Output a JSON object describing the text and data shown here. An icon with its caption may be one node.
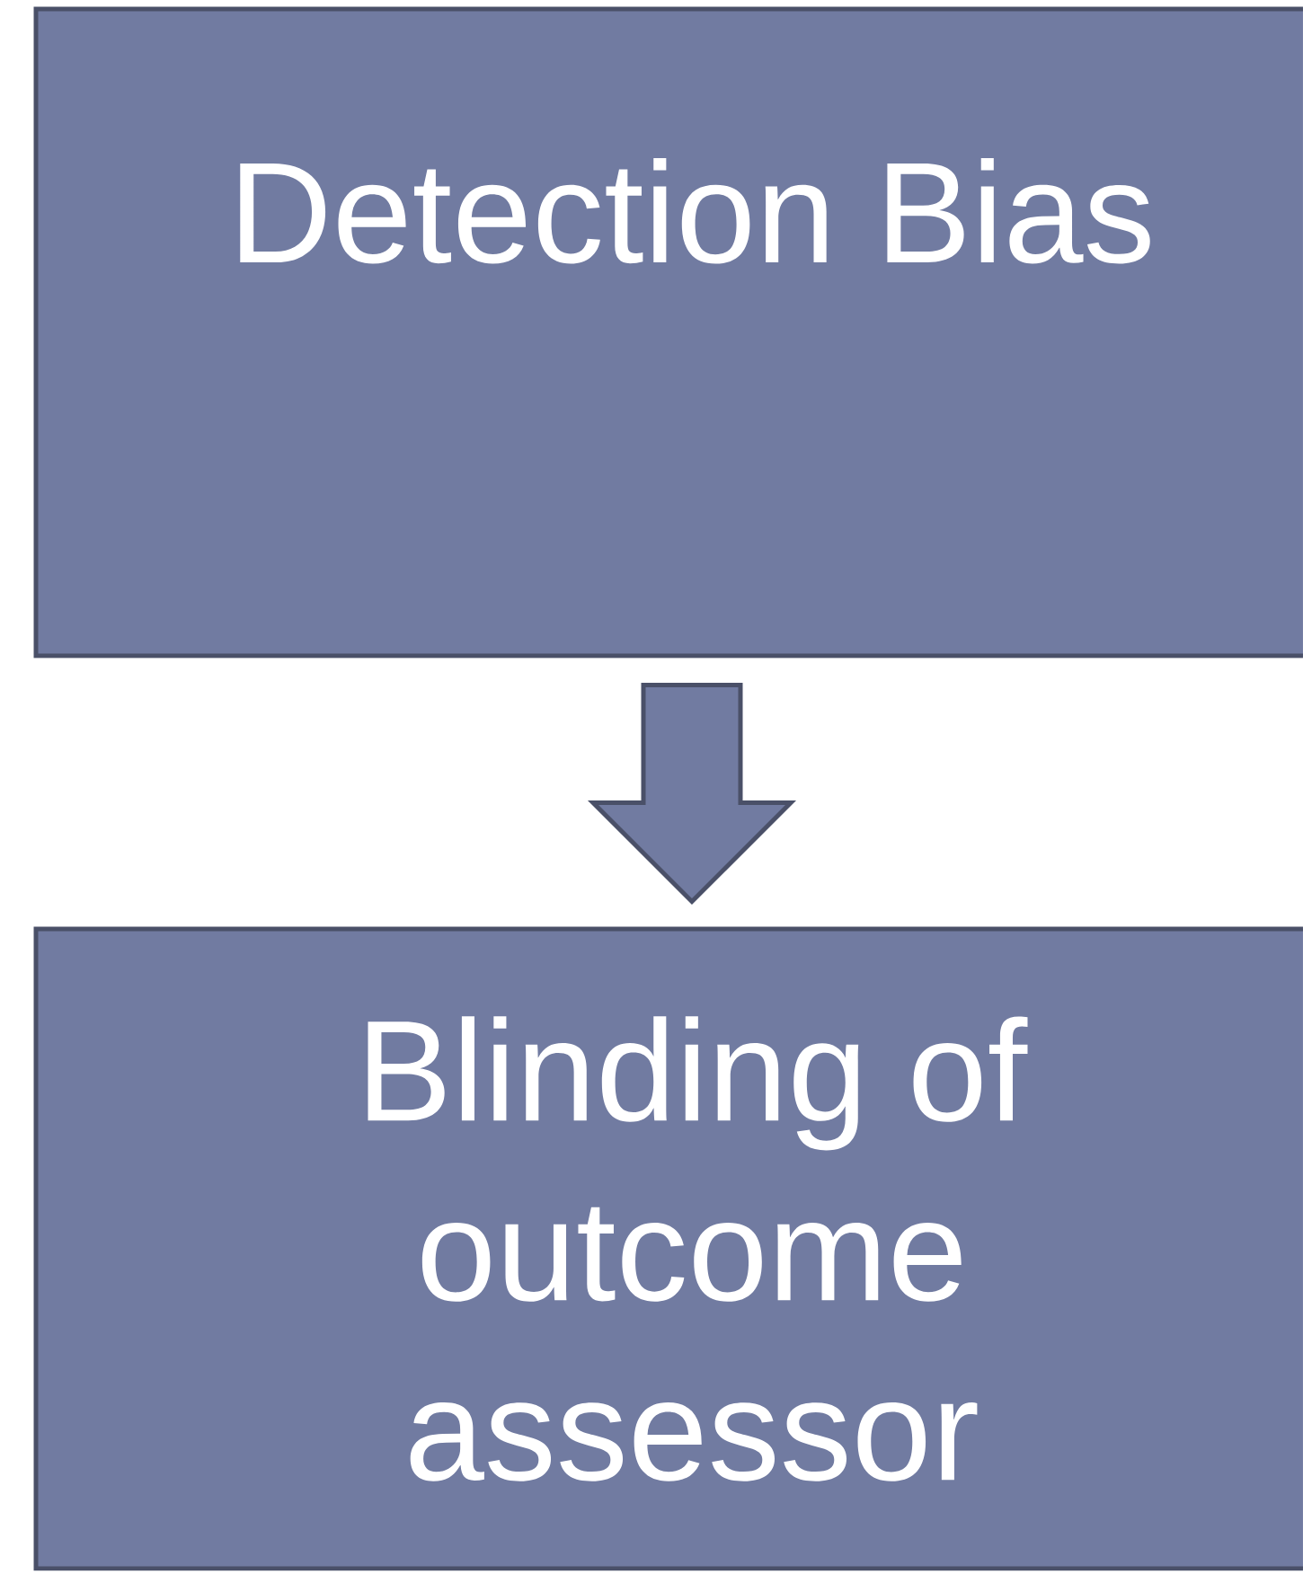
{
  "diagram": {
    "nodes": [
      {
        "text": [
          "Detection Bias"
        ]
      },
      {
        "text": [
          "Blinding of outcome assessor"
        ]
      }
    ],
    "edges": [
      {
        "from": 0,
        "to": 1,
        "arrow": "to"
      }
    ]
  }
}
